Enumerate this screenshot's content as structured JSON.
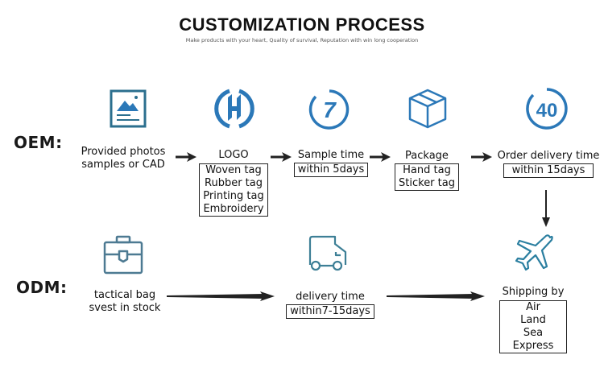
{
  "header": {
    "title": "CUSTOMIZATION PROCESS",
    "subtitle": "Make products with your heart, Quality of survival, Reputation with win long cooperation"
  },
  "colors": {
    "icon_blue": "#2b78b8",
    "icon_slate": "#4d7a92",
    "icon_teal": "#2b7fa0",
    "text": "#111111"
  },
  "oem": {
    "label": "OEM:",
    "stages": [
      {
        "icon": "image-document-icon",
        "title_lines": [
          "Provided photos",
          "samples or CAD"
        ],
        "box_lines": []
      },
      {
        "icon": "logo-h-icon",
        "title_lines": [
          "LOGO"
        ],
        "box_lines": [
          "Woven tag",
          "Rubber tag",
          "Printing tag",
          "Embroidery"
        ]
      },
      {
        "icon": "number-7-icon",
        "icon_text": "7",
        "title_lines": [
          "Sample time"
        ],
        "box_lines": [
          "within 5days"
        ]
      },
      {
        "icon": "package-box-icon",
        "title_lines": [
          "Package"
        ],
        "box_lines": [
          "Hand tag",
          "Sticker tag"
        ]
      },
      {
        "icon": "number-40-icon",
        "icon_text": "40",
        "title_lines": [
          "Order delivery time"
        ],
        "box_lines": [
          "within 15days"
        ]
      }
    ]
  },
  "odm": {
    "label": "ODM:",
    "stages": [
      {
        "icon": "briefcase-icon",
        "title_lines": [
          "tactical bag",
          "svest in stock"
        ],
        "box_lines": []
      },
      {
        "icon": "delivery-truck-icon",
        "title_lines": [
          "delivery time"
        ],
        "box_lines": [
          "within7-15days"
        ]
      },
      {
        "icon": "airplane-icon",
        "title_lines": [
          "Shipping by"
        ],
        "box_lines": [
          "Air",
          "Land",
          "Sea",
          "Express"
        ]
      }
    ]
  }
}
